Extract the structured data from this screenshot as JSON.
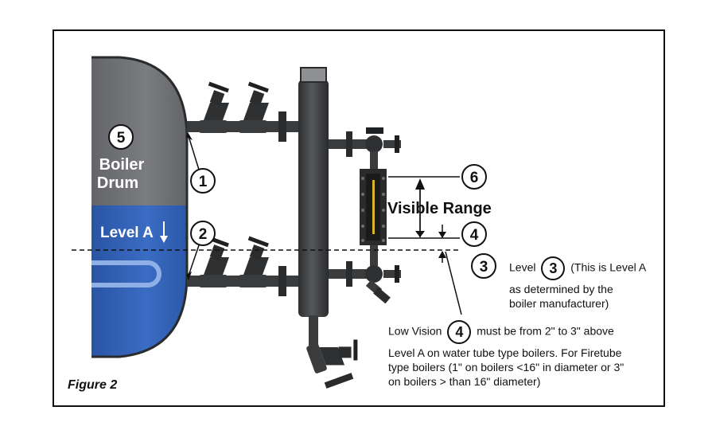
{
  "figure": {
    "caption": "Figure 2",
    "drum_number": "5",
    "drum_label_line1": "Boiler",
    "drum_label_line2": "Drum",
    "level_a_label": "Level A",
    "visible_range_label": "Visible Range",
    "callouts": [
      "1",
      "2",
      "3",
      "4",
      "6"
    ],
    "note_level": {
      "prefix": "Level",
      "number": "3",
      "line1_suffix": "(This is Level A",
      "line2": "as determined by the",
      "line3": "boiler manufacturer)"
    },
    "note_low_vision": {
      "prefix": "Low Vision",
      "number": "4",
      "line1_suffix": "must be from 2\" to 3\" above",
      "line2": "Level A on water tube type boilers. For Firetube",
      "line3": "type boilers (1\" on boilers <16\" in diameter or 3\"",
      "line4": "on boilers > than 16\" diameter)"
    },
    "colors": {
      "steam": "#6d6f72",
      "water": "#2f5fb3",
      "metal": "#3a3b3d",
      "border": "#111111"
    }
  }
}
